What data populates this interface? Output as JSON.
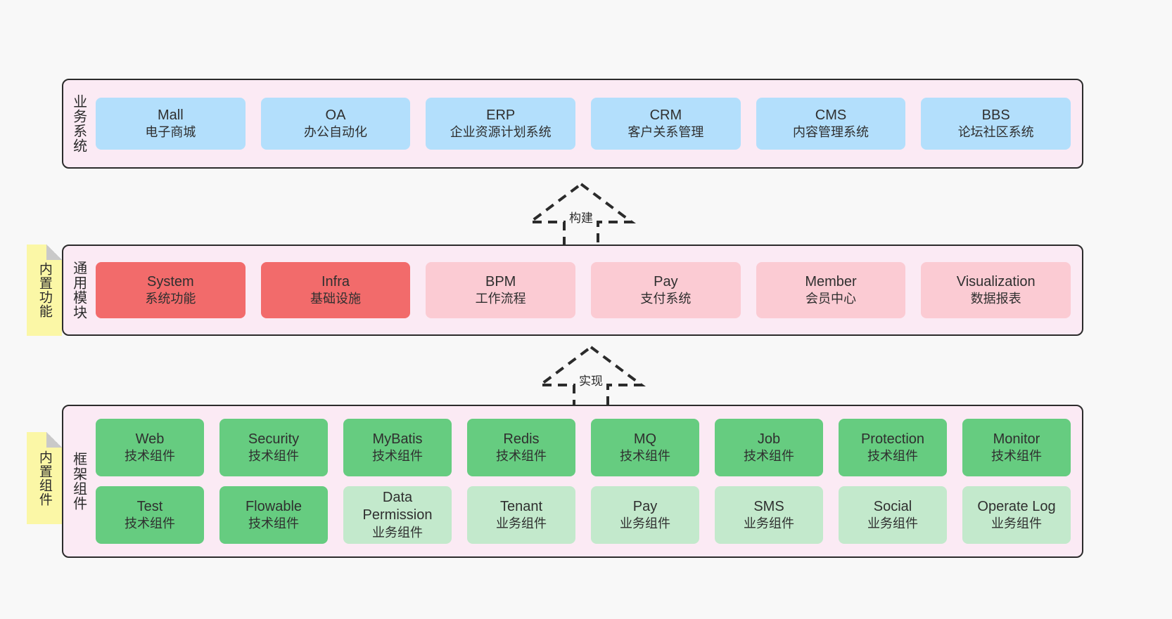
{
  "diagram": {
    "background_color": "#f8f8f8",
    "section_fill": "#fbeaf4",
    "note_fill": "#fbf7a6"
  },
  "sections": [
    {
      "id": "business",
      "title": "业务系统",
      "note": null,
      "rows": [
        {
          "cards": [
            {
              "en": "Mall",
              "cn": "电子商城",
              "color": "#b3dffc",
              "variant": "c-blue"
            },
            {
              "en": "OA",
              "cn": "办公自动化",
              "color": "#b3dffc",
              "variant": "c-blue"
            },
            {
              "en": "ERP",
              "cn": "企业资源计划系统",
              "color": "#b3dffc",
              "variant": "c-blue"
            },
            {
              "en": "CRM",
              "cn": "客户关系管理",
              "color": "#b3dffc",
              "variant": "c-blue"
            },
            {
              "en": "CMS",
              "cn": "内容管理系统",
              "color": "#b3dffc",
              "variant": "c-blue"
            },
            {
              "en": "BBS",
              "cn": "论坛社区系统",
              "color": "#b3dffc",
              "variant": "c-blue"
            }
          ]
        }
      ]
    },
    {
      "id": "modules",
      "title": "通用模块",
      "note": "内置功能",
      "rows": [
        {
          "cards": [
            {
              "en": "System",
              "cn": "系统功能",
              "color": "#f26b6b",
              "variant": "c-red"
            },
            {
              "en": "Infra",
              "cn": "基础设施",
              "color": "#f26b6b",
              "variant": "c-red"
            },
            {
              "en": "BPM",
              "cn": "工作流程",
              "color": "#fbcbd3",
              "variant": "c-pink"
            },
            {
              "en": "Pay",
              "cn": "支付系统",
              "color": "#fbcbd3",
              "variant": "c-pink"
            },
            {
              "en": "Member",
              "cn": "会员中心",
              "color": "#fbcbd3",
              "variant": "c-pink"
            },
            {
              "en": "Visualization",
              "cn": "数据报表",
              "color": "#fbcbd3",
              "variant": "c-pink"
            }
          ]
        }
      ]
    },
    {
      "id": "framework",
      "title": "框架组件",
      "note": "内置组件",
      "rows": [
        {
          "cards": [
            {
              "en": "Web",
              "cn": "技术组件",
              "color": "#66cc80",
              "variant": "c-green"
            },
            {
              "en": "Security",
              "cn": "技术组件",
              "color": "#66cc80",
              "variant": "c-green"
            },
            {
              "en": "MyBatis",
              "cn": "技术组件",
              "color": "#66cc80",
              "variant": "c-green"
            },
            {
              "en": "Redis",
              "cn": "技术组件",
              "color": "#66cc80",
              "variant": "c-green"
            },
            {
              "en": "MQ",
              "cn": "技术组件",
              "color": "#66cc80",
              "variant": "c-green"
            },
            {
              "en": "Job",
              "cn": "技术组件",
              "color": "#66cc80",
              "variant": "c-green"
            },
            {
              "en": "Protection",
              "cn": "技术组件",
              "color": "#66cc80",
              "variant": "c-green"
            },
            {
              "en": "Monitor",
              "cn": "技术组件",
              "color": "#66cc80",
              "variant": "c-green"
            }
          ]
        },
        {
          "cards": [
            {
              "en": "Test",
              "cn": "技术组件",
              "color": "#66cc80",
              "variant": "c-green"
            },
            {
              "en": "Flowable",
              "cn": "技术组件",
              "color": "#66cc80",
              "variant": "c-green"
            },
            {
              "en": "Data Permission",
              "cn": "业务组件",
              "color": "#c3e9cc",
              "variant": "c-lightgreen"
            },
            {
              "en": "Tenant",
              "cn": "业务组件",
              "color": "#c3e9cc",
              "variant": "c-lightgreen"
            },
            {
              "en": "Pay",
              "cn": "业务组件",
              "color": "#c3e9cc",
              "variant": "c-lightgreen"
            },
            {
              "en": "SMS",
              "cn": "业务组件",
              "color": "#c3e9cc",
              "variant": "c-lightgreen"
            },
            {
              "en": "Social",
              "cn": "业务组件",
              "color": "#c3e9cc",
              "variant": "c-lightgreen"
            },
            {
              "en": "Operate Log",
              "cn": "业务组件",
              "color": "#c3e9cc",
              "variant": "c-lightgreen"
            }
          ]
        }
      ]
    }
  ],
  "connectors": [
    {
      "id": "build",
      "label": "构建",
      "style": "dashed-hollow-arrow-up",
      "from": "modules",
      "to": "business"
    },
    {
      "id": "implement",
      "label": "实现",
      "style": "dashed-hollow-arrow-up",
      "from": "framework",
      "to": "modules"
    }
  ]
}
